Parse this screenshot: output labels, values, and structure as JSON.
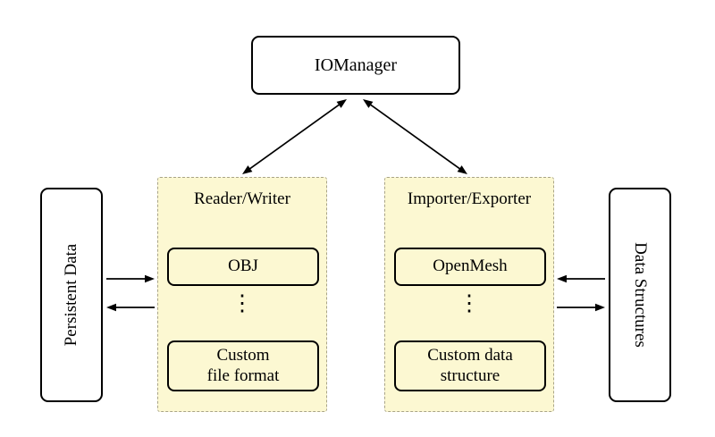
{
  "diagram": {
    "nodes": {
      "io_manager": {
        "label": "IOManager"
      },
      "persistent_data": {
        "label": "Persistent Data"
      },
      "data_structures": {
        "label": "Data Structures"
      },
      "reader_writer": {
        "title": "Reader/Writer",
        "items": [
          "OBJ",
          "Custom\nfile format"
        ],
        "ellipsis": "⋮"
      },
      "importer_exporter": {
        "title": "Importer/Exporter",
        "items": [
          "OpenMesh",
          "Custom data\nstructure"
        ],
        "ellipsis": "⋮"
      }
    },
    "colors": {
      "group_fill": "#fcf8d2",
      "group_border": "#a9a488",
      "node_fill": "#ffffff",
      "node_border": "#000000",
      "arrow": "#000000"
    }
  }
}
